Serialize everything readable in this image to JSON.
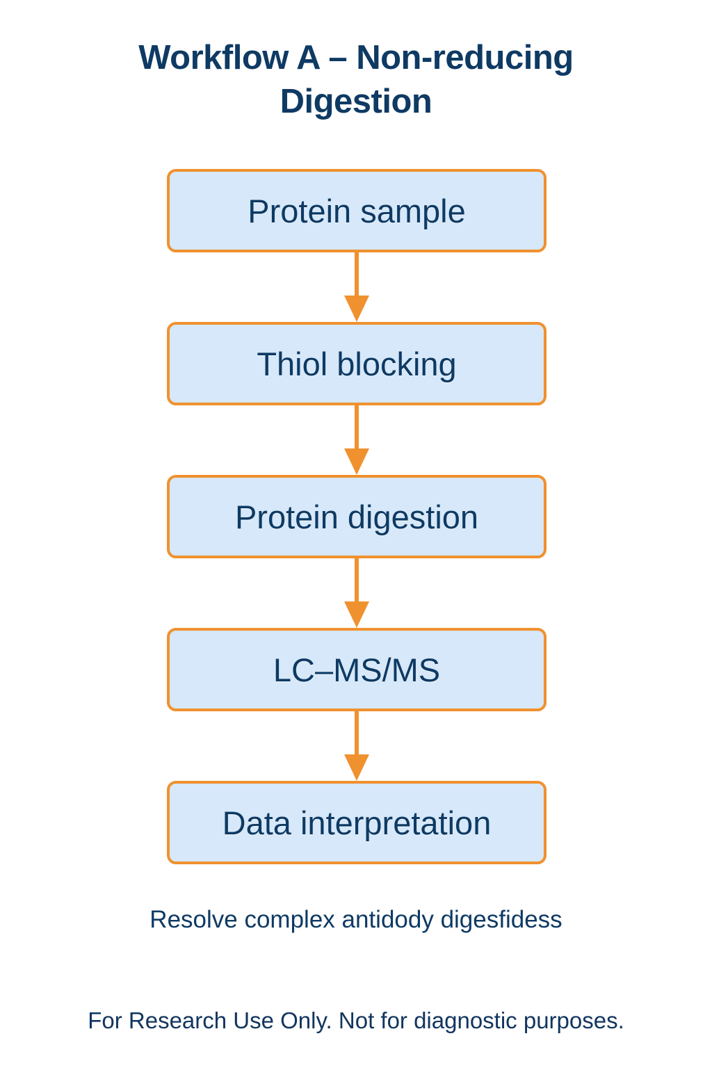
{
  "title": "Workflow A – Non-reducing Digestion",
  "colors": {
    "title_text": "#0E3A63",
    "node_fill": "#D6E8F9",
    "node_border": "#F0912F",
    "node_text": "#0E3A63",
    "arrow": "#F0912F",
    "background": "#FFFFFF"
  },
  "flow": {
    "steps": [
      {
        "label": "Protein sample"
      },
      {
        "label": "Thiol blocking"
      },
      {
        "label": "Protein digestion"
      },
      {
        "label": "LC–MS/MS"
      },
      {
        "label": "Data interpretation"
      }
    ],
    "connector_icon": "arrow-down-icon"
  },
  "caption": "Resolve complex antidody digesfidess",
  "footer": "For Research Use Only. Not for diagnostic purposes."
}
